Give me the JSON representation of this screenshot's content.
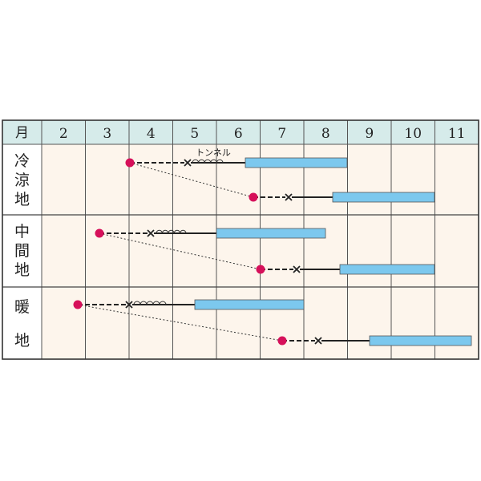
{
  "chart_data": {
    "type": "table",
    "title": "",
    "header_label": "月",
    "months": [
      "2",
      "3",
      "4",
      "5",
      "6",
      "7",
      "8",
      "9",
      "10",
      "11"
    ],
    "regions": [
      {
        "label": "冷涼地",
        "chars": [
          "冷",
          "涼",
          "地"
        ]
      },
      {
        "label": "中間地",
        "chars": [
          "中",
          "間",
          "地"
        ]
      },
      {
        "label": "暖地",
        "chars": [
          "暖",
          "地"
        ]
      }
    ],
    "annotation": "トンネル",
    "legend_semantics": {
      "dot": "sowing",
      "x": "planting",
      "arcs": "tunnel cultivation",
      "bar": "harvest"
    },
    "schedules": [
      {
        "region": "冷涼地",
        "crop": 1,
        "sow_month": 4.0,
        "plant_month": 5.3,
        "tunnel": [
          5.4,
          6.1
        ],
        "harvest": [
          6.6,
          8.9
        ]
      },
      {
        "region": "冷涼地",
        "crop": 2,
        "sow_month": 6.8,
        "plant_month": 7.6,
        "harvest": [
          8.6,
          10.9
        ]
      },
      {
        "region": "中間地",
        "crop": 1,
        "sow_month": 3.3,
        "plant_month": 4.5,
        "tunnel": [
          4.6,
          5.3
        ],
        "harvest": [
          6.0,
          8.5
        ]
      },
      {
        "region": "中間地",
        "crop": 2,
        "sow_month": 7.0,
        "plant_month": 7.8,
        "harvest": [
          8.8,
          10.9
        ]
      },
      {
        "region": "暖地",
        "crop": 1,
        "sow_month": 2.8,
        "plant_month": 4.0,
        "tunnel": [
          4.1,
          4.8
        ],
        "harvest": [
          5.5,
          8.0
        ]
      },
      {
        "region": "暖地",
        "crop": 2,
        "sow_month": 7.5,
        "plant_month": 8.3,
        "harvest": [
          9.5,
          11.8
        ]
      }
    ],
    "colors": {
      "header_bg": "#d6ebea",
      "cell_bg": "#fdf5ec",
      "label_bg": "#ffffff",
      "bar_fill": "#7cc8ee",
      "dot": "#d6105a",
      "line": "#222222"
    }
  }
}
